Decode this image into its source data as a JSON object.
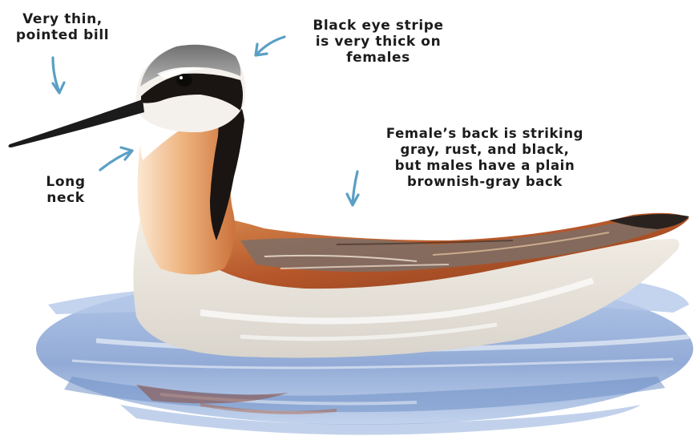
{
  "annotations": {
    "bill": "Very thin,\npointed bill",
    "eye_stripe": "Black eye stripe\nis very thick on\nfemales",
    "back": "Female’s back is striking\ngray, rust, and black,\nbut males have a plain\nbrownish-gray back",
    "neck": "Long\nneck"
  },
  "colors": {
    "arrow": "#5b9fc4",
    "water": "#8eacd6",
    "rust": "#b5562a",
    "black_stripe": "#1a1412",
    "back_gray": "#7d6e66",
    "white_body": "#f2eee6",
    "cap_gray": "#8e8e8e"
  },
  "icons": [
    "arrow-icon",
    "arrow-icon",
    "arrow-icon",
    "arrow-icon"
  ]
}
